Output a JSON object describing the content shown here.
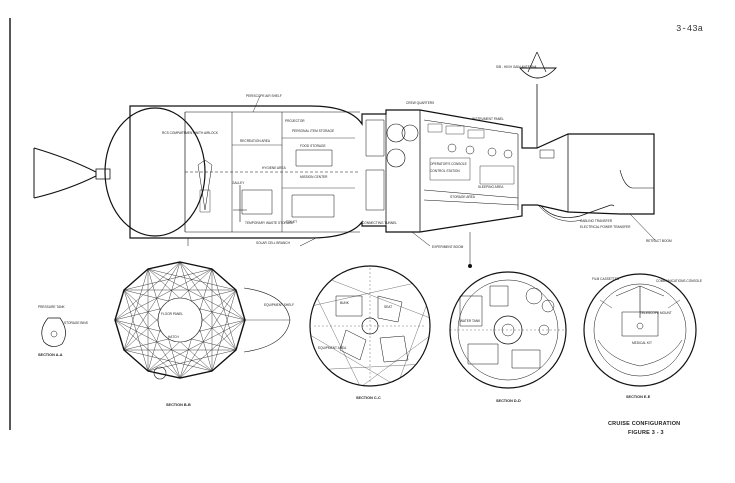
{
  "page_number": "3-43a",
  "caption": {
    "title": "CRUISE CONFIGURATION",
    "figure": "FIGURE 3 - 3"
  },
  "labels": {
    "antenna": "S/B - HIGH GAIN ANTENNA",
    "airlock": "RCS COMPARTMENT WITH AIRLOCK",
    "window": "PERISCOPE AIR SHELF",
    "projection": "PROJECTOR",
    "personal": "PERSONAL ITEM STORAGE",
    "recreation": "RECREATION AREA",
    "mission_center": "MISSION CENTER",
    "food_storage": "FOOD STORAGE",
    "galley": "GALLEY",
    "hygiene": "HYGIENE AREA",
    "workshop": "TEMPORARY WASTE STORAGE",
    "toilet": "TOILET",
    "solar": "SOLAR CELL BRANCH",
    "experiment": "EXPERIMENT BOOM",
    "tunnel": "CONNECTING TUNNEL",
    "operator": "OPERATOR'S CONSOLE",
    "control": "CONTROL STATION",
    "sleeping": "SLEEPING AREA",
    "storage": "STORAGE AREA",
    "crew": "CREW QUARTERS",
    "instrument": "INSTRUMENT PANEL",
    "cabling": "CABLING TRANSFER",
    "feed": "ELECTRICAL POWER TRANSFER",
    "retrieval": "RETRACT BOOM",
    "section_a": "SECTION A-A",
    "section_b": "SECTION B-B",
    "section_c": "SECTION C-C",
    "section_d": "SECTION D-D",
    "section_e": "SECTION E-E",
    "pressure_tank": "PRESSURE TANK",
    "storage_bins": "STORAGE BINS",
    "floor": "FLOOR PANEL",
    "hatch": "HATCH",
    "shelf": "EQUIPMENT SHELF",
    "bunk": "BUNK",
    "seat": "SEAT",
    "film": "FILM CASSETTES",
    "medical": "MEDICAL KIT",
    "comm": "COMMUNICATIONS CONSOLE",
    "scope": "TELESCOPE MOUNT",
    "water": "WATER TANK",
    "equipment": "EQUIPMENT AREA"
  }
}
